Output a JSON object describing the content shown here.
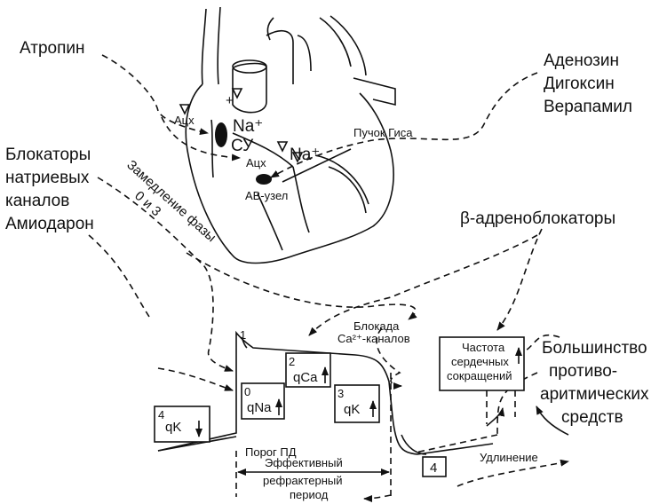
{
  "drugs": {
    "atropine": "Атропин",
    "adenosine": "Аденозин",
    "digoxin": "Дигоксин",
    "verapamil": "Верапамил",
    "na_blockers_1": "Блокаторы",
    "na_blockers_2": "натриевых",
    "na_blockers_3": "каналов",
    "amiodarone": "Амиодарон",
    "beta_blockers": "β-адреноблокаторы",
    "most_1": "Большинство",
    "most_2": "противо-",
    "most_3": "аритмических",
    "most_4": "средств"
  },
  "heart": {
    "ach_top": "Ацх",
    "ach_mid": "Ацх",
    "plus": "+",
    "na_plus_1": "Na⁺",
    "sa_node": "СУ",
    "na_plus_2": "Na⁺",
    "his_bundle": "Пучок Гиса",
    "av_node": "АВ-узел"
  },
  "annotations": {
    "slowing_1": "Замедление фазы",
    "slowing_2": "0 и 3",
    "ca_block_1": "Блокада",
    "ca_block_2": "Ca²⁺-каналов",
    "threshold": "Порог ПД",
    "erp_1": "Эффективный",
    "erp_2": "рефрактерный",
    "erp_3": "период",
    "prolongation": "Удлинение",
    "hr_1": "Частота",
    "hr_2": "сердечных",
    "hr_3": "сокращений"
  },
  "phases": {
    "p0_num": "0",
    "p0_label": "qNa",
    "p1_num": "1",
    "p2_num": "2",
    "p2_label": "qCa",
    "p3_num": "3",
    "p3_label": "qK",
    "p4_num": "4",
    "p4_label": "qK",
    "p4b_num": "4"
  }
}
